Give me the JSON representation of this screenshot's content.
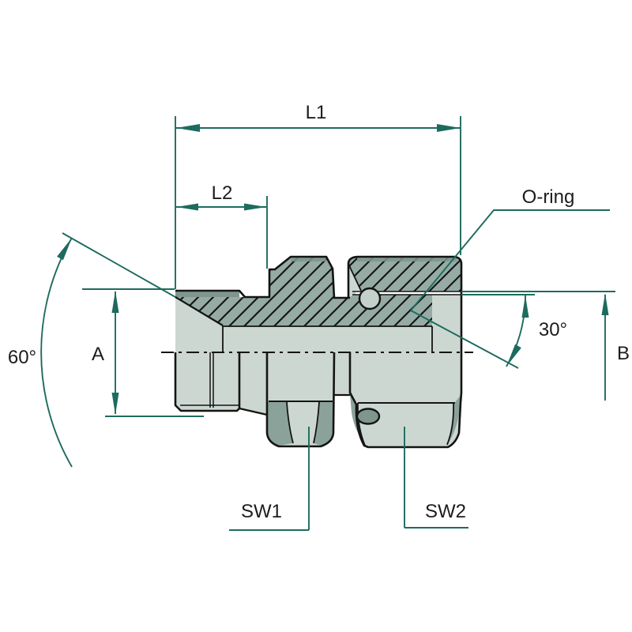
{
  "drawing": {
    "description": "Cross-section technical drawing of a hydraulic male stud adapter with swivel nut",
    "labels": {
      "l1": "L1",
      "l2": "L2",
      "o_ring": "O-ring",
      "angle_cone": "60°",
      "angle_seat": "30°",
      "dim_a": "A",
      "dim_b": "B",
      "sw1": "SW1",
      "sw2": "SW2"
    },
    "colors": {
      "dimension_line": "#1d6b5e",
      "outline": "#141414",
      "section_fill": "#95aba4",
      "surface_fill": "#ccd7d2",
      "thread_band": "#7e968e",
      "corner_shade": "#8ba29a",
      "oring_fill": "#c4d1cb",
      "text": "#1c1c1c",
      "background": "#ffffff"
    }
  }
}
